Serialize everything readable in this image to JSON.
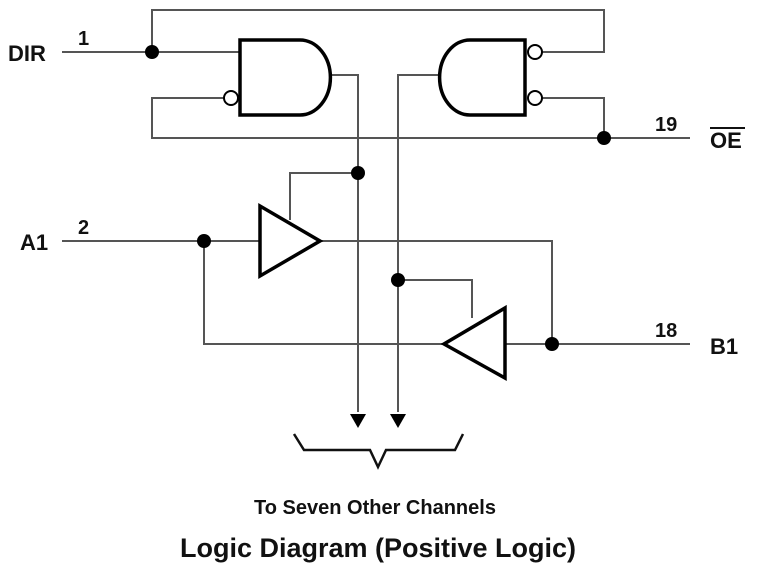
{
  "pins": {
    "dir": {
      "name": "DIR",
      "number": "1"
    },
    "a1": {
      "name": "A1",
      "number": "2"
    },
    "oe": {
      "name": "OE",
      "number": "19"
    },
    "b1": {
      "name": "B1",
      "number": "18"
    }
  },
  "caption": "To Seven Other Channels",
  "title": "Logic Diagram (Positive Logic)"
}
